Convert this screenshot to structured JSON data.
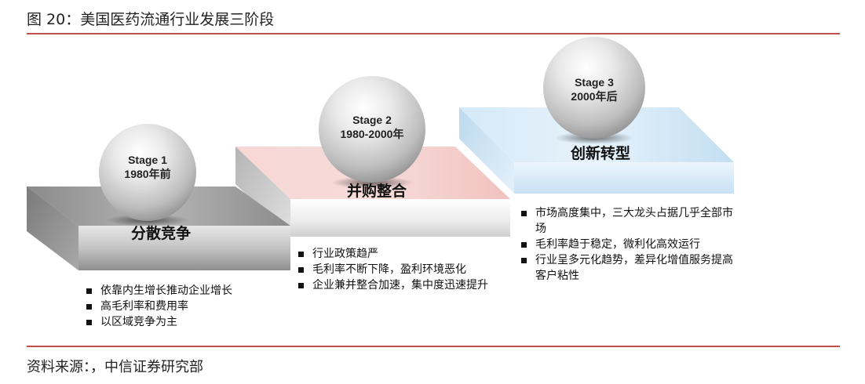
{
  "title": "图 20：美国医药流通行业发展三阶段",
  "source": "资料来源：，中信证券研究部",
  "stages": [
    {
      "stage": "Stage 1",
      "period": "1980年前",
      "label": "分散竞争",
      "color": "#9a9a9a",
      "bullets": [
        "依靠内生增长推动企业增长",
        "高毛利率和费用率",
        "以区域竞争为主"
      ]
    },
    {
      "stage": "Stage 2",
      "period": "1980-2000年",
      "label": "并购整合",
      "color": "#f2c7c4",
      "bullets": [
        "行业政策趋严",
        "毛利率不断下降，盈利环境恶化",
        "企业兼并整合加速，集中度迅速提升"
      ]
    },
    {
      "stage": "Stage 3",
      "period": "2000年后",
      "label": "创新转型",
      "color": "#b8daf2",
      "bullets": [
        "市场高度集中，三大龙头占据几乎全部市场",
        "毛利率趋于稳定，微利化高效运行",
        "行业呈多元化趋势，差异化增值服务提高客户粘性"
      ]
    }
  ]
}
